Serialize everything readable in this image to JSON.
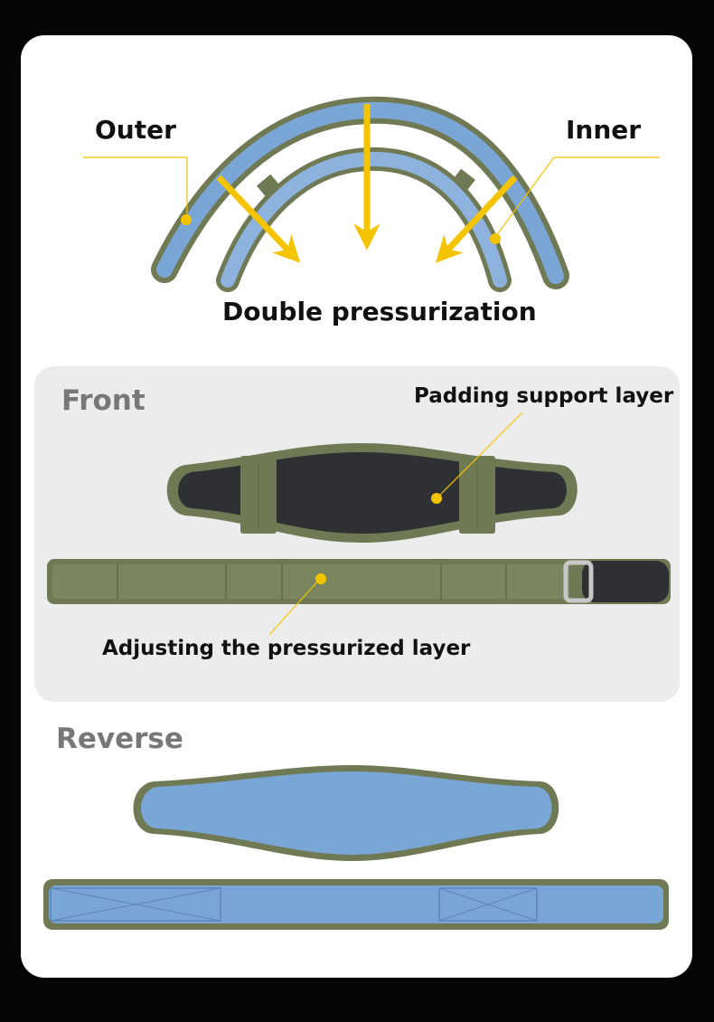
{
  "diagram": {
    "outer_label": "Outer",
    "inner_label": "Inner",
    "double_label": "Double pressurization"
  },
  "front": {
    "title": "Front",
    "padding_label": "Padding support layer",
    "adjust_label": "Adjusting the pressurized layer"
  },
  "reverse": {
    "title": "Reverse"
  },
  "colors": {
    "belt_green": "#6f7a55",
    "belt_blue": "#7aa6d6",
    "padding_black": "#2f3033",
    "accent_yellow": "#f5c400",
    "card_bg": "#ffffff",
    "panel_bg": "#ececec",
    "page_bg": "#050505"
  }
}
